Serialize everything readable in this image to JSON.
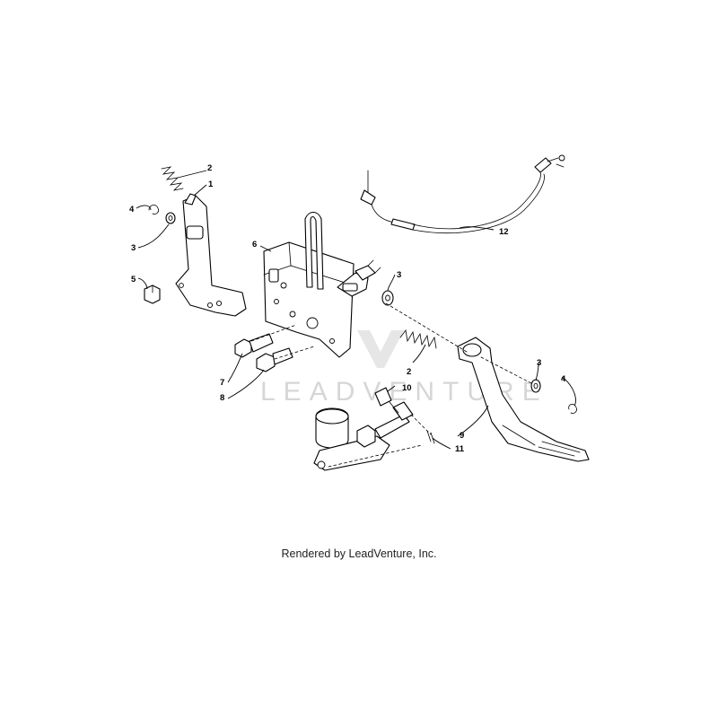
{
  "watermark": {
    "text": "LEADVENTURE"
  },
  "callouts": {
    "c1": "1",
    "c2a": "2",
    "c2b": "2",
    "c3a": "3",
    "c3b": "3",
    "c3c": "3",
    "c4a": "4",
    "c4b": "4",
    "c5": "5",
    "c6": "6",
    "c7": "7",
    "c8": "8",
    "c9": "9",
    "c10": "10",
    "c11": "11",
    "c12": "12"
  },
  "footer": {
    "text": "Rendered by LeadVenture, Inc."
  }
}
